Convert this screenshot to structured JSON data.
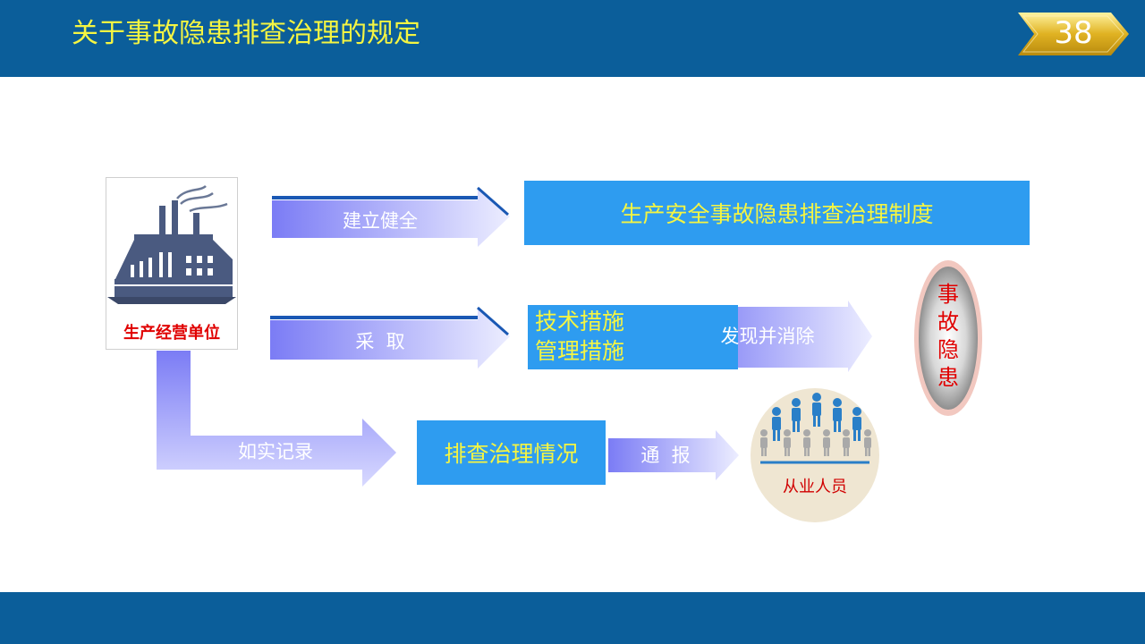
{
  "header": {
    "title": "关于事故隐患排查治理的规定",
    "page_number": "38"
  },
  "diagram": {
    "source": {
      "label": "生产经营单位",
      "icon": "factory-icon"
    },
    "arrows": {
      "establish": "建立健全",
      "adopt": "采  取",
      "record": "如实记录",
      "discover": "发现并消除",
      "notify": "通  报"
    },
    "boxes": {
      "system": "生产安全事故隐患排查治理制度",
      "measures_line1": "技术措施",
      "measures_line2": "管理措施",
      "situation": "排查治理情况"
    },
    "hazard": {
      "lines": [
        "事",
        "故",
        "隐",
        "患"
      ]
    },
    "staff": {
      "label": "从业人员",
      "icon": "people-group-icon"
    }
  },
  "colors": {
    "header_bg": "#0b5e9a",
    "title_text": "#f5f542",
    "box_bg": "#2e9cf0",
    "box_text": "#f5f542",
    "arrow_gradient_start": "#7b7cf5",
    "arrow_gradient_end": "#ecedff",
    "hazard_text": "#e00000",
    "staff_highlight": "#2a7fc8",
    "staff_muted": "#a9a9a9"
  }
}
